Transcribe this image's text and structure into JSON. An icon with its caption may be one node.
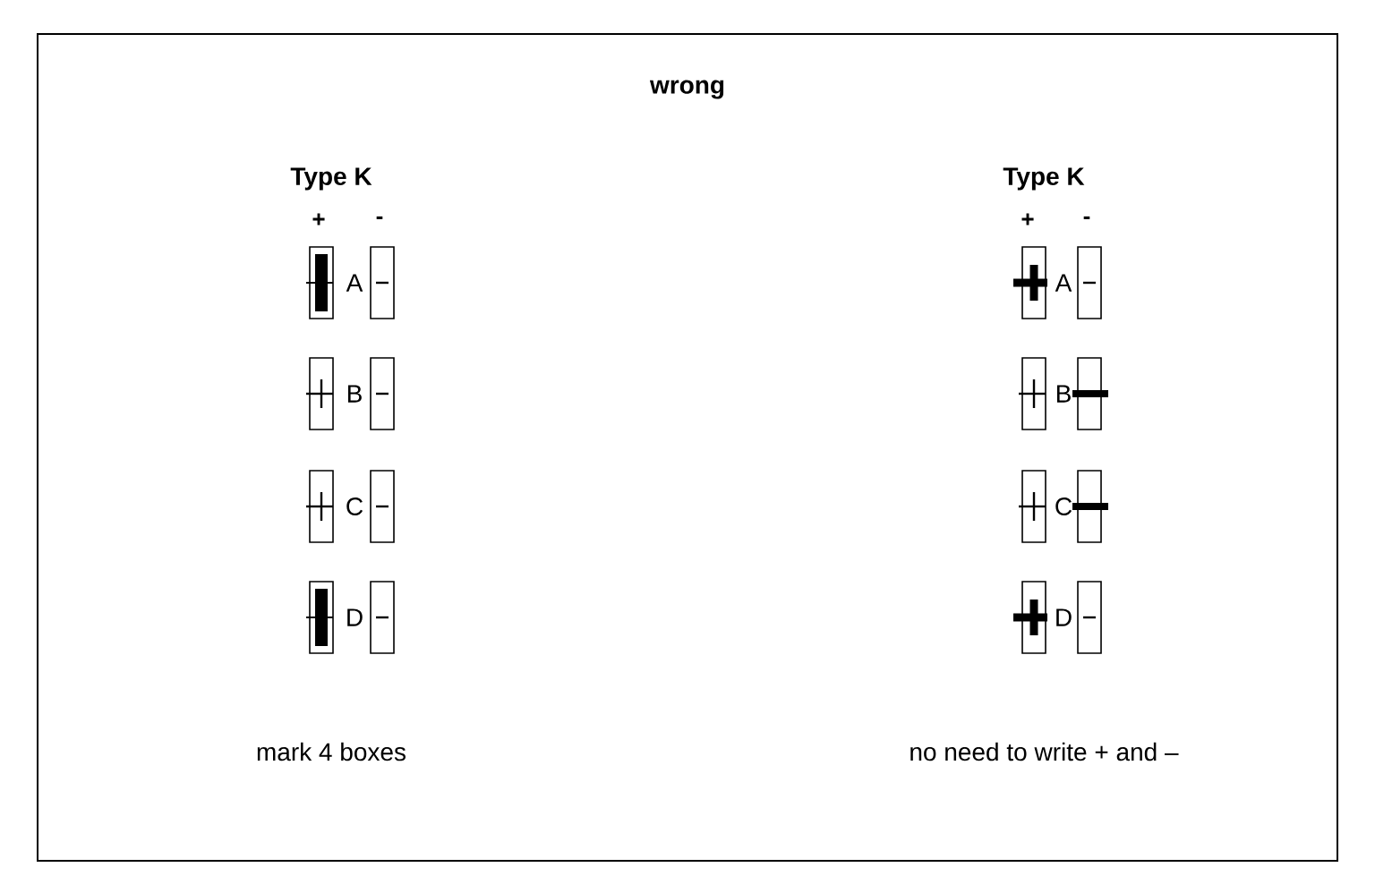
{
  "diagram": {
    "title": "wrong",
    "labels": [
      "Type K",
      "Type K",
      "+",
      "-",
      "+",
      "-",
      "A",
      "A",
      "B",
      "B",
      "C",
      "C",
      "D",
      "D",
      "mark 4 boxes",
      "no need to write + and –"
    ]
  }
}
